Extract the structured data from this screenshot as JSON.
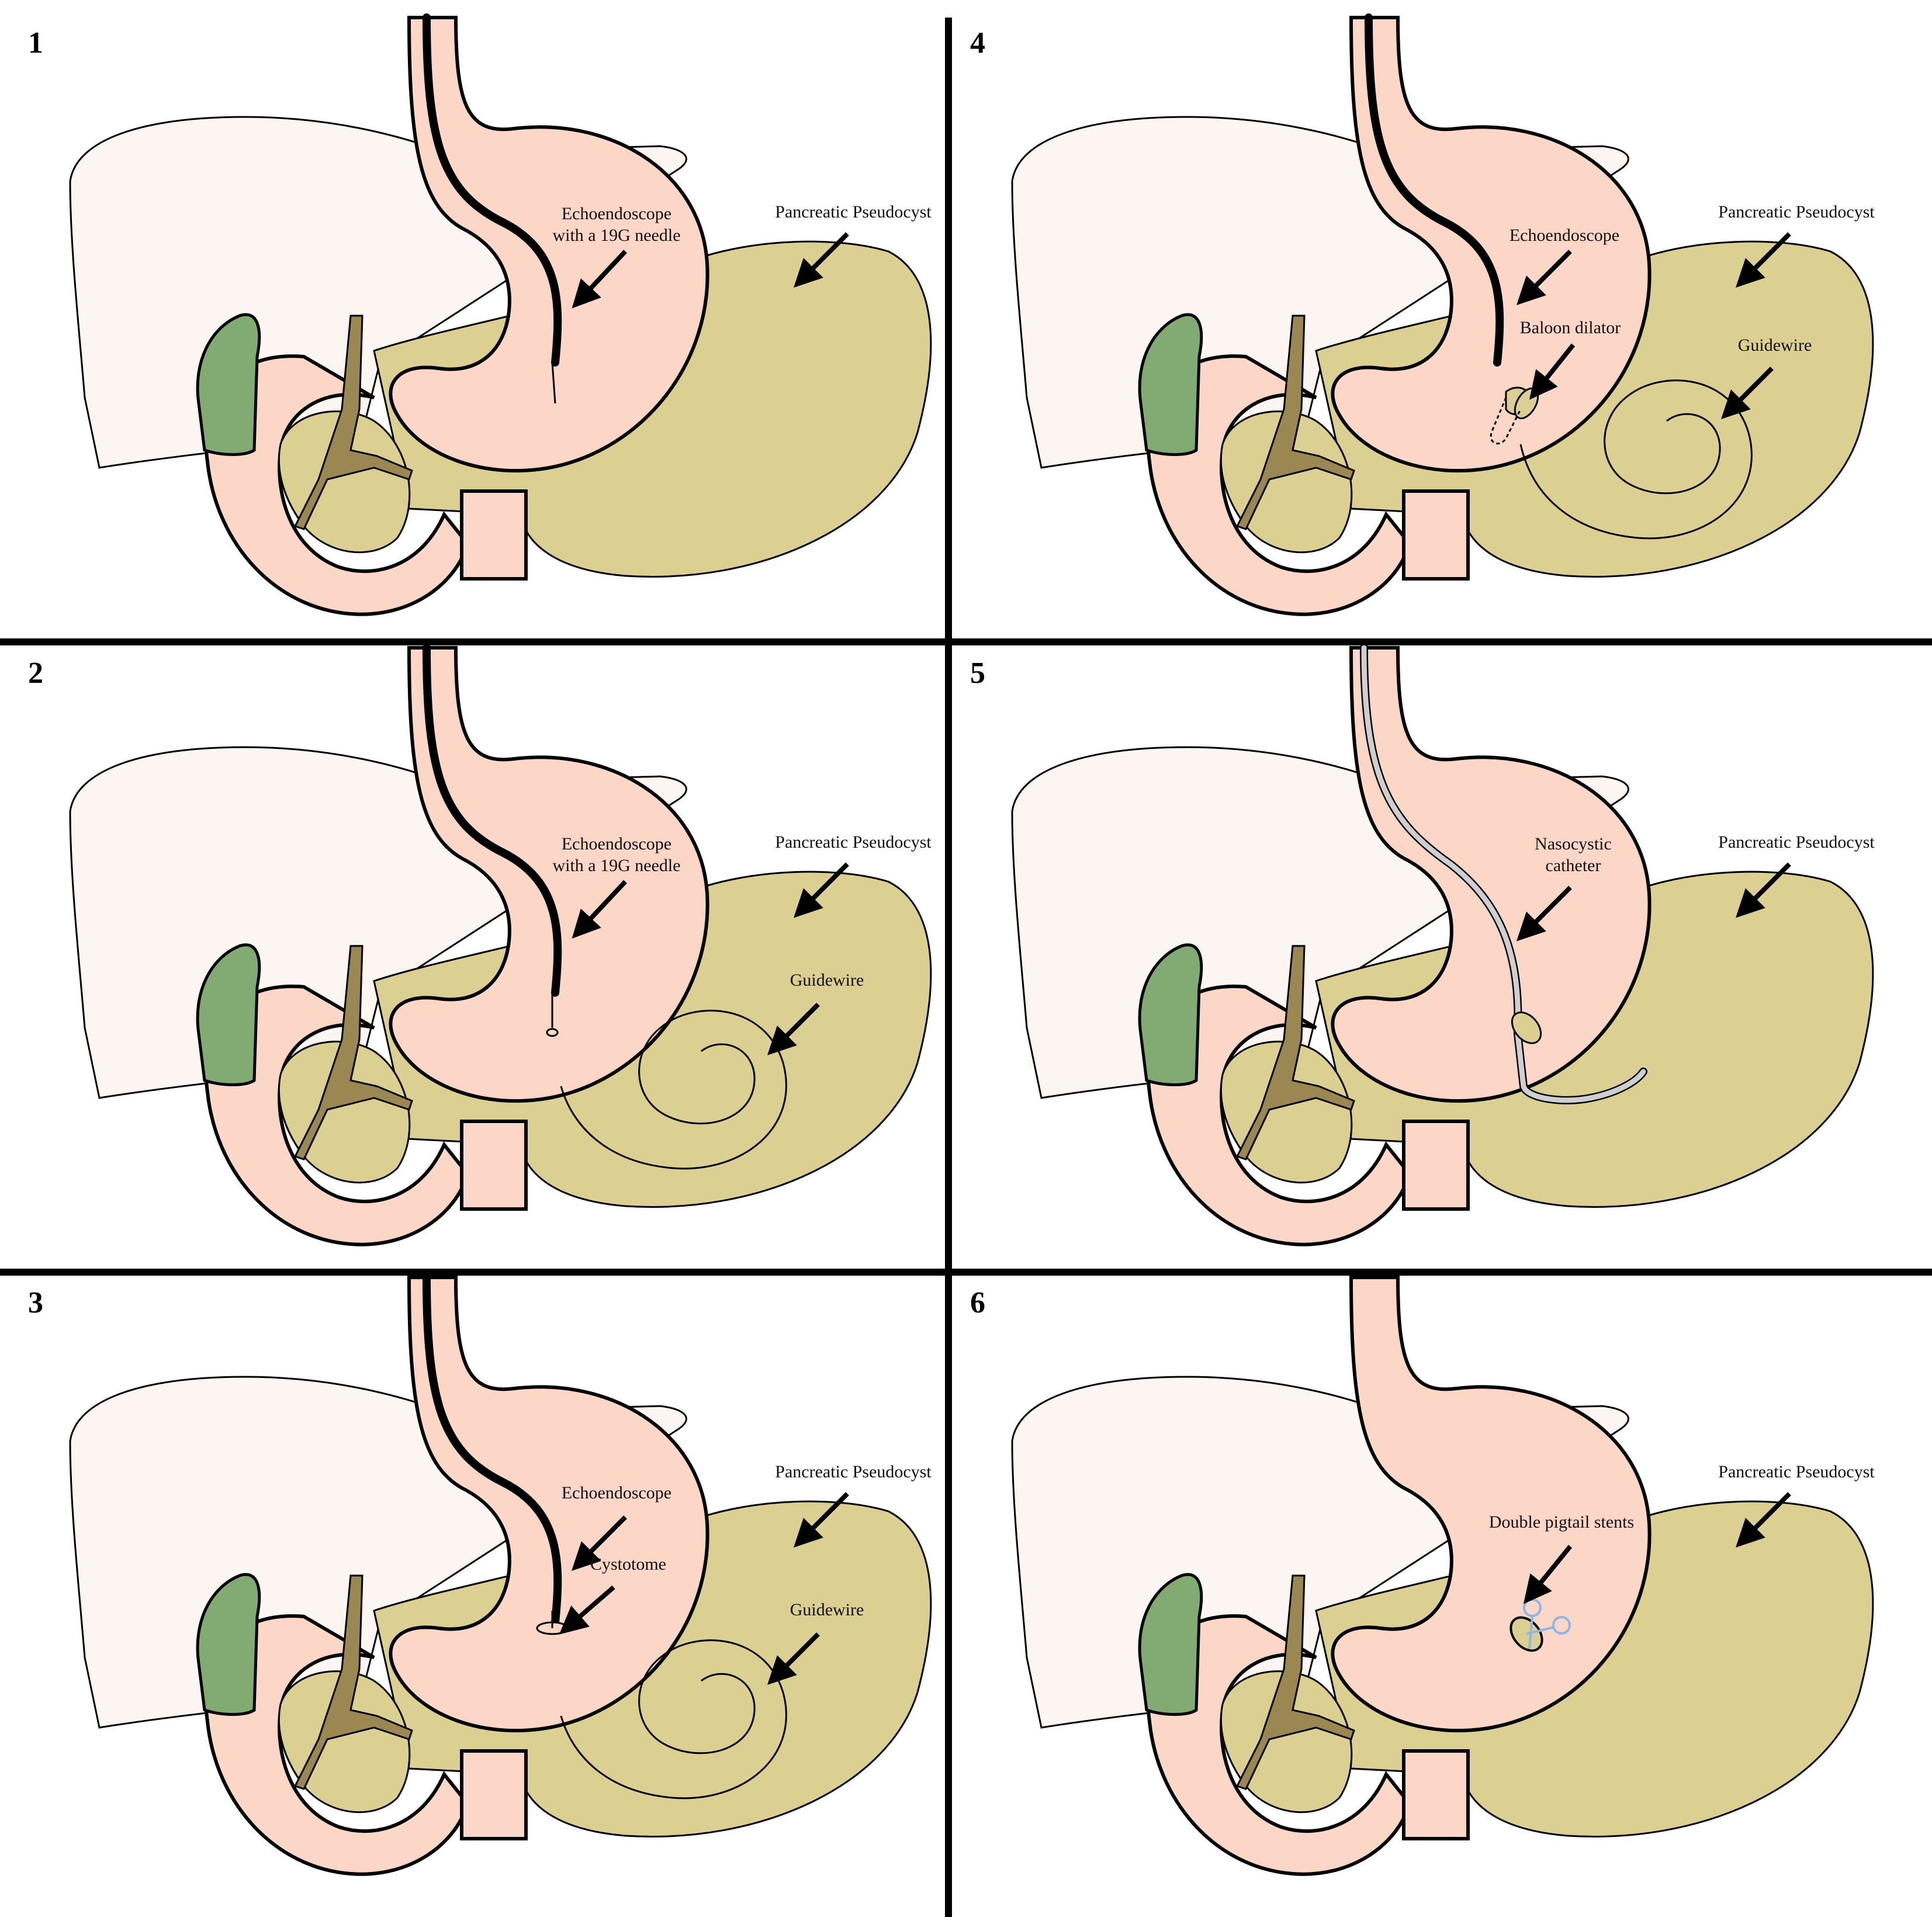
{
  "colors": {
    "liver": "#fdf5f2",
    "stomach": "#fcd7c8",
    "cyst": "#dbcf92",
    "gallbladder": "#82ab74",
    "duct": "#9b8752",
    "stent": "#8fb5e6",
    "catheter": "#cfcfcf",
    "line": "#000000"
  },
  "panels": [
    {
      "number": "1",
      "labels": {
        "scope": [
          "Echoendoscope",
          "with a 19G needle"
        ],
        "cyst": "Pancreatic Pseudocyst"
      }
    },
    {
      "number": "2",
      "labels": {
        "scope": [
          "Echoendoscope",
          "with a 19G needle"
        ],
        "cyst": "Pancreatic Pseudocyst",
        "guidewire": "Guidewire"
      }
    },
    {
      "number": "3",
      "labels": {
        "scope": [
          "Echoendoscope"
        ],
        "tool": "Cystotome",
        "cyst": "Pancreatic Pseudocyst",
        "guidewire": "Guidewire"
      }
    },
    {
      "number": "4",
      "labels": {
        "scope": [
          "Echoendoscope"
        ],
        "tool": "Baloon dilator",
        "cyst": "Pancreatic Pseudocyst",
        "guidewire": "Guidewire"
      }
    },
    {
      "number": "5",
      "labels": {
        "scope": [
          "Nasocystic",
          "catheter"
        ],
        "cyst": "Pancreatic Pseudocyst"
      }
    },
    {
      "number": "6",
      "labels": {
        "scope": [
          "Double pigtail stents"
        ],
        "cyst": "Pancreatic Pseudocyst"
      }
    }
  ]
}
